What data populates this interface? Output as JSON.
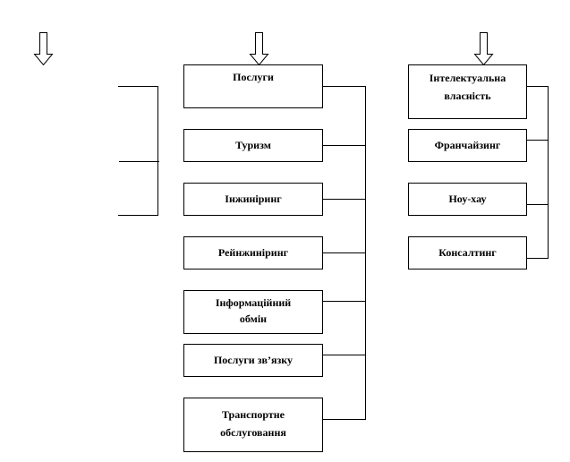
{
  "services_column": {
    "items": [
      {
        "label": "Послуги"
      },
      {
        "label": "Туризм"
      },
      {
        "label": "Інжиніринг"
      },
      {
        "label": "Рейнжиніринг"
      },
      {
        "label": "Інформаційний обмін"
      },
      {
        "label": "Послуги  зв’язку"
      },
      {
        "label": "Транспортне обслуговання"
      }
    ]
  },
  "ip_column": {
    "items": [
      {
        "label": "Інтелектуальна власність"
      },
      {
        "label": "Франчайзинг"
      },
      {
        "label": "Ноу-хау"
      },
      {
        "label": "Консалтинг"
      }
    ]
  },
  "icons": [
    "down-arrow-icon",
    "down-arrow-icon",
    "down-arrow-icon"
  ]
}
